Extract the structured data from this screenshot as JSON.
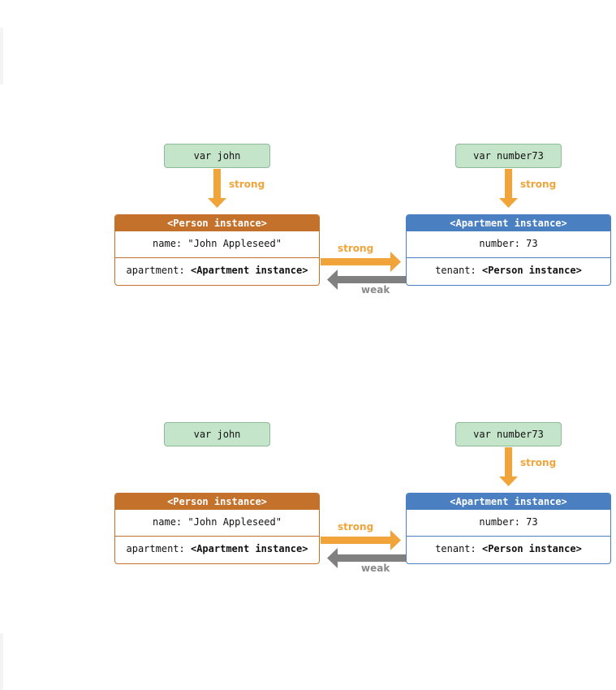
{
  "colors": {
    "var_fill": "#c5e5cb",
    "person": "#c4712c",
    "apartment": "#4a7fc2",
    "strong": "#f0a43a",
    "weak": "#808080"
  },
  "diagrams": [
    {
      "var_john": "var john",
      "var_number73": "var number73",
      "person": {
        "header": "<Person instance>",
        "name_row": "name: \"John Appleseed\"",
        "apartment_key": "apartment: ",
        "apartment_value": "<Apartment instance>"
      },
      "apartment": {
        "header": "<Apartment instance>",
        "number_row": "number: 73",
        "tenant_key": "tenant: ",
        "tenant_value": "<Person instance>"
      },
      "labels": {
        "john_strong": "strong",
        "number73_strong": "strong",
        "person_to_apt": "strong",
        "apt_to_person": "weak"
      }
    },
    {
      "var_john": "var john",
      "var_number73": "var number73",
      "person": {
        "header": "<Person instance>",
        "name_row": "name: \"John Appleseed\"",
        "apartment_key": "apartment: ",
        "apartment_value": "<Apartment instance>"
      },
      "apartment": {
        "header": "<Apartment instance>",
        "number_row": "number: 73",
        "tenant_key": "tenant: ",
        "tenant_value": "<Person instance>"
      },
      "labels": {
        "number73_strong": "strong",
        "person_to_apt": "strong",
        "apt_to_person": "weak"
      }
    }
  ]
}
